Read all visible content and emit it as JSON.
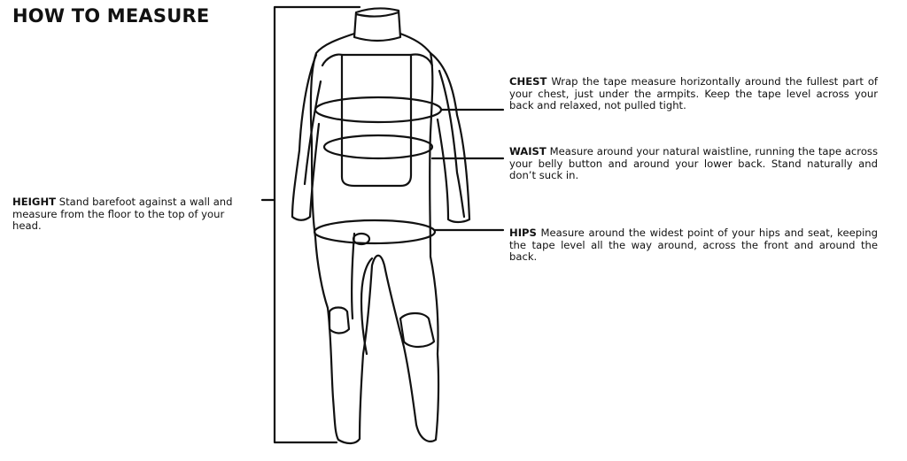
{
  "title": "HOW TO MEASURE",
  "notes": {
    "height": {
      "label": "HEIGHT",
      "text": "Stand barefoot against a wall and measure from the floor to the top of your head."
    },
    "chest": {
      "label": "CHEST",
      "text": "Wrap the tape measure horizontally around the fullest part of your chest, just under the armpits. Keep the tape level across your back and relaxed, not pulled tight."
    },
    "waist": {
      "label": "WAIST",
      "text": "Measure around your natural waistline, running the tape across your belly button and around your lower back. Stand naturally and don’t suck in."
    },
    "hips": {
      "label": "HIPS",
      "text": "Measure around the widest point of your hips and seat, keeping the tape level all the way around, across the front and around the back."
    }
  },
  "colors": {
    "ink": "#111111",
    "background": "#ffffff"
  }
}
